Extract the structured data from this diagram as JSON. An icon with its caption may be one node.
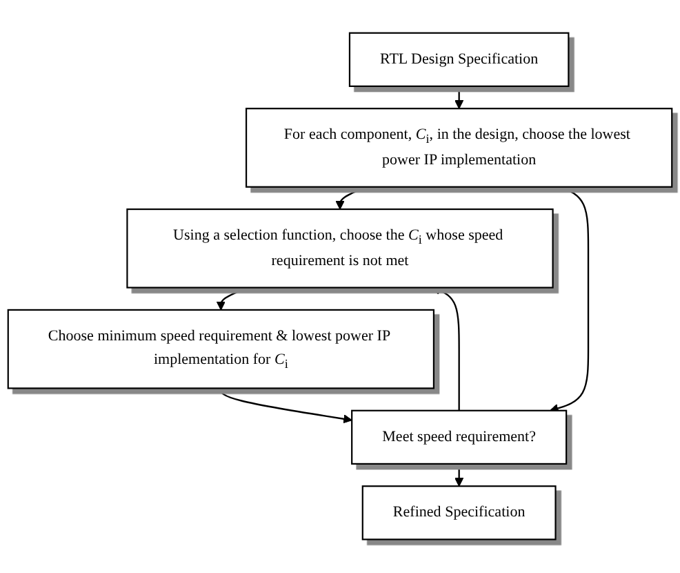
{
  "diagram": {
    "nodes": [
      {
        "text": [
          "RTL Design Specification"
        ]
      },
      {
        "text": [
          "For each component, *C*$_{i}$, in the design, choose the lowest power IP implementation"
        ]
      },
      {
        "text": [
          "Using a selection function, choose the *C*$_{i}$ whose speed requirement is not met"
        ]
      },
      {
        "text": [
          "Choose minimum speed requirement & lowest power IP implementation for *C*$_{i}$"
        ]
      },
      {
        "text": [
          "Meet speed requirement?"
        ]
      },
      {
        "text": [
          "Refined Specification"
        ]
      }
    ],
    "edges": [
      {
        "from": 0,
        "to": 1,
        "arrow": "to"
      },
      {
        "from": 1,
        "to": 2,
        "arrow": "to"
      },
      {
        "from": 2,
        "to": 3,
        "arrow": "to"
      },
      {
        "from": 3,
        "to": 4,
        "arrow": "to"
      },
      {
        "from": 4,
        "to": 5,
        "arrow": "to"
      },
      {
        "from": 4,
        "to": 2,
        "arrow": "to"
      },
      {
        "from": 1,
        "to": 4,
        "arrow": "to"
      }
    ]
  }
}
